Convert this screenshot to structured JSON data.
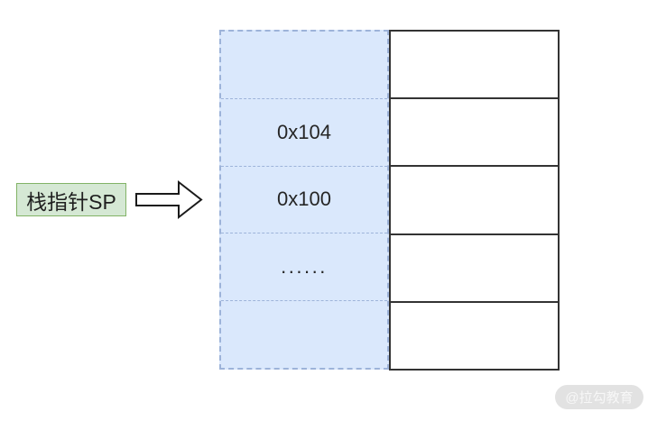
{
  "diagram": {
    "pointer": {
      "label": "栈指针SP"
    },
    "stack_column": {
      "rows": [
        {
          "label": ""
        },
        {
          "label": "0x104"
        },
        {
          "label": "0x100"
        },
        {
          "label": "......"
        },
        {
          "label": ""
        }
      ]
    },
    "memory_column": {
      "rows": [
        {
          "label": ""
        },
        {
          "label": ""
        },
        {
          "label": ""
        },
        {
          "label": ""
        },
        {
          "label": ""
        }
      ]
    },
    "colors": {
      "stack_fill": "#dae8fc",
      "stack_border": "#9db3d9",
      "memory_border": "#333333",
      "pointer_fill": "#d5e8d4",
      "pointer_border": "#82b366",
      "text": "#262626",
      "watermark_bg": "#e2e2e2",
      "watermark_text": "#f7f7f7"
    }
  },
  "watermark": {
    "text": "@拉勾教育"
  }
}
